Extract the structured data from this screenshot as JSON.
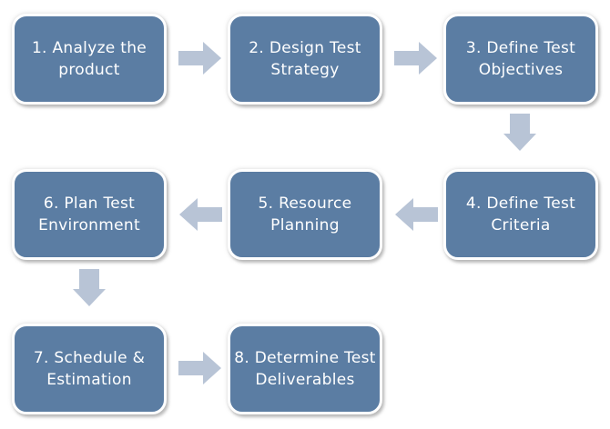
{
  "diagram": {
    "type": "flowchart",
    "steps": [
      {
        "id": "1",
        "label": "1. Analyze the product",
        "lines": [
          "1. Analyze the",
          "product"
        ]
      },
      {
        "id": "2",
        "label": "2. Design Test Strategy",
        "lines": [
          "2. Design Test",
          "Strategy"
        ]
      },
      {
        "id": "3",
        "label": "3. Define Test Objectives",
        "lines": [
          "3. Define Test",
          "Objectives"
        ]
      },
      {
        "id": "4",
        "label": "4. Define Test Criteria",
        "lines": [
          "4. Define Test",
          "Criteria"
        ]
      },
      {
        "id": "5",
        "label": "5. Resource Planning",
        "lines": [
          "5. Resource",
          "Planning"
        ]
      },
      {
        "id": "6",
        "label": "6. Plan Test Environment",
        "lines": [
          "6. Plan Test",
          "Environment"
        ]
      },
      {
        "id": "7",
        "label": "7. Schedule & Estimation",
        "lines": [
          "7. Schedule &",
          "Estimation"
        ]
      },
      {
        "id": "8",
        "label": "8. Determine Test Deliverables",
        "lines": [
          "8. Determine Test",
          "Deliverables"
        ]
      }
    ],
    "flow": [
      {
        "from": "1",
        "to": "2",
        "direction": "right"
      },
      {
        "from": "2",
        "to": "3",
        "direction": "right"
      },
      {
        "from": "3",
        "to": "4",
        "direction": "down"
      },
      {
        "from": "4",
        "to": "5",
        "direction": "left"
      },
      {
        "from": "5",
        "to": "6",
        "direction": "left"
      },
      {
        "from": "6",
        "to": "7",
        "direction": "down"
      },
      {
        "from": "7",
        "to": "8",
        "direction": "right"
      }
    ],
    "colors": {
      "box_fill": "#5b7da3",
      "box_border": "#ffffff",
      "box_text": "#ffffff",
      "arrow_fill": "#b8c4d6",
      "background": "#ffffff"
    }
  }
}
